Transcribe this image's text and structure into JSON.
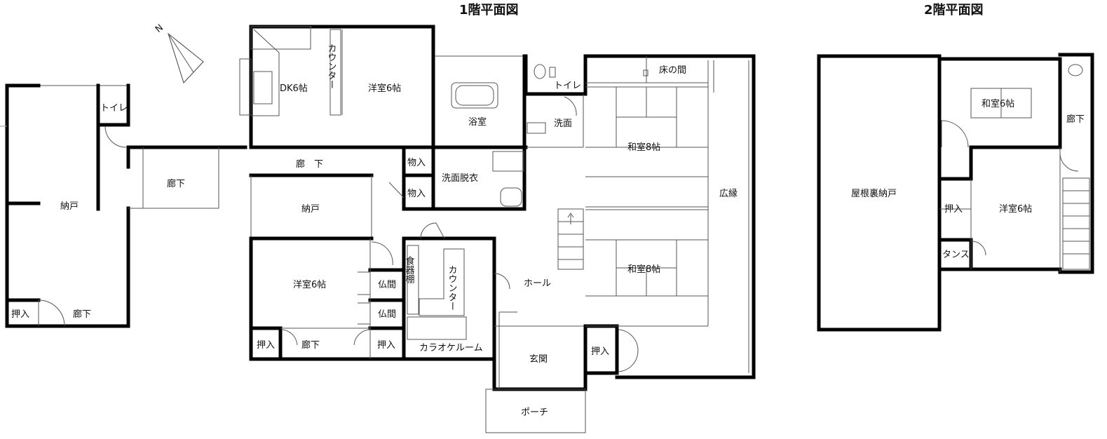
{
  "titles": {
    "floor1": "1階平面図",
    "floor2": "2階平面図"
  },
  "compass": "N",
  "floor1_rooms": {
    "nando_left": "納戸",
    "toilet_left": "トイレ",
    "hallway_left": "廊下",
    "hallway_left_bottom": "廊下",
    "oshiire_left": "押入",
    "dk": "DK6帖",
    "counter_kitchen": "カウンター",
    "yoshitsu_top": "洋室6帖",
    "bath": "浴室",
    "toilet_center": "トイレ",
    "senmen": "洗面",
    "tokonoma": "床の間",
    "washitsu_top": "和室8帖",
    "washitsu_bottom": "和室8帖",
    "hirobuchi": "広縁",
    "hallway_center": "廊　下",
    "monoire1": "物入",
    "monoire2": "物入",
    "senmen_datsui": "洗面脱衣",
    "nando_center": "納戸",
    "yoshitsu_bottom": "洋室6帖",
    "butsuma1": "仏間",
    "butsuma2": "仏間",
    "oshiire_bottom_left": "押入",
    "hallway_bottom": "廊下",
    "oshiire_bottom_mid": "押入",
    "shokkidana": "食器棚",
    "counter_karaoke": "カウンター",
    "karaoke": "カラオケルーム",
    "hall": "ホール",
    "genkan": "玄関",
    "oshiire_genkan": "押入",
    "porch": "ポーチ"
  },
  "floor2_rooms": {
    "attic": "屋根裏納戸",
    "washitsu": "和室6帖",
    "hallway": "廊下",
    "oshiire": "押入",
    "yoshitsu": "洋室6帖",
    "tansu": "タンス"
  }
}
